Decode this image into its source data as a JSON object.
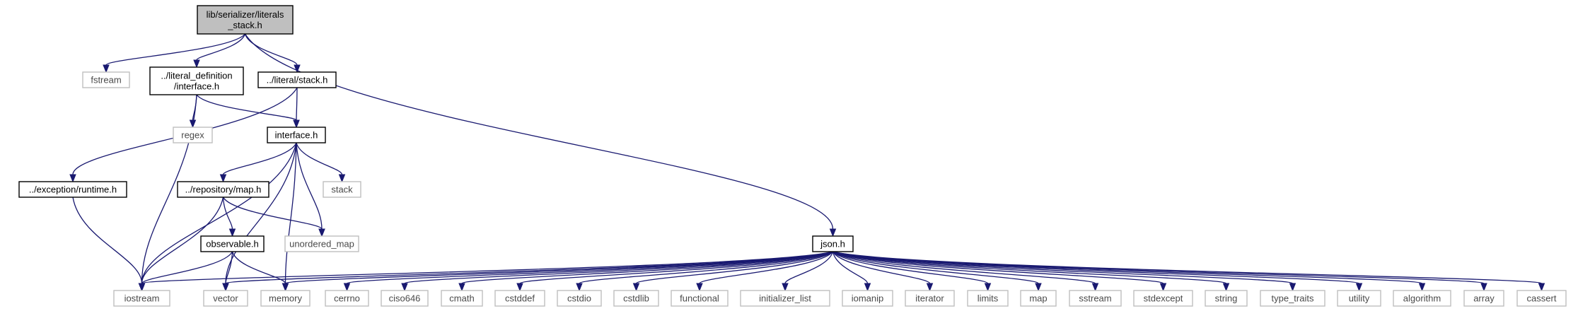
{
  "colors": {
    "edge": "#191970",
    "root_fill": "#bfbfbf",
    "root_stroke": "#000000",
    "local_fill": "#ffffff",
    "local_stroke": "#000000",
    "external_fill": "#ffffff",
    "external_stroke": "#bfbfbf"
  },
  "nodes": [
    {
      "id": "root",
      "kind": "root",
      "lines": [
        "lib/serializer/literals",
        "_stack.h"
      ]
    },
    {
      "id": "fstream",
      "kind": "external",
      "lines": [
        "fstream"
      ]
    },
    {
      "id": "litdef",
      "kind": "local",
      "lines": [
        "../literal_definition",
        "/interface.h"
      ]
    },
    {
      "id": "litstack",
      "kind": "local",
      "lines": [
        "../literal/stack.h"
      ]
    },
    {
      "id": "regex",
      "kind": "external",
      "lines": [
        "regex"
      ]
    },
    {
      "id": "interface",
      "kind": "local",
      "lines": [
        "interface.h"
      ]
    },
    {
      "id": "runtime",
      "kind": "local",
      "lines": [
        "../exception/runtime.h"
      ]
    },
    {
      "id": "stack",
      "kind": "external",
      "lines": [
        "stack"
      ]
    },
    {
      "id": "repomap",
      "kind": "local",
      "lines": [
        "../repository/map.h"
      ]
    },
    {
      "id": "unordered_map",
      "kind": "external",
      "lines": [
        "unordered_map"
      ]
    },
    {
      "id": "observable",
      "kind": "local",
      "lines": [
        "observable.h"
      ]
    },
    {
      "id": "json",
      "kind": "local",
      "lines": [
        "json.h"
      ]
    },
    {
      "id": "iostream",
      "kind": "external",
      "lines": [
        "iostream"
      ]
    },
    {
      "id": "vector",
      "kind": "external",
      "lines": [
        "vector"
      ]
    },
    {
      "id": "memory",
      "kind": "external",
      "lines": [
        "memory"
      ]
    },
    {
      "id": "cerrno",
      "kind": "external",
      "lines": [
        "cerrno"
      ]
    },
    {
      "id": "ciso646",
      "kind": "external",
      "lines": [
        "ciso646"
      ]
    },
    {
      "id": "cmath",
      "kind": "external",
      "lines": [
        "cmath"
      ]
    },
    {
      "id": "cstddef",
      "kind": "external",
      "lines": [
        "cstddef"
      ]
    },
    {
      "id": "cstdio",
      "kind": "external",
      "lines": [
        "cstdio"
      ]
    },
    {
      "id": "cstdlib",
      "kind": "external",
      "lines": [
        "cstdlib"
      ]
    },
    {
      "id": "functional",
      "kind": "external",
      "lines": [
        "functional"
      ]
    },
    {
      "id": "initializer_list",
      "kind": "external",
      "lines": [
        "initializer_list"
      ]
    },
    {
      "id": "iomanip",
      "kind": "external",
      "lines": [
        "iomanip"
      ]
    },
    {
      "id": "iterator",
      "kind": "external",
      "lines": [
        "iterator"
      ]
    },
    {
      "id": "limits",
      "kind": "external",
      "lines": [
        "limits"
      ]
    },
    {
      "id": "map",
      "kind": "external",
      "lines": [
        "map"
      ]
    },
    {
      "id": "sstream",
      "kind": "external",
      "lines": [
        "sstream"
      ]
    },
    {
      "id": "stdexcept",
      "kind": "external",
      "lines": [
        "stdexcept"
      ]
    },
    {
      "id": "string",
      "kind": "external",
      "lines": [
        "string"
      ]
    },
    {
      "id": "type_traits",
      "kind": "external",
      "lines": [
        "type_traits"
      ]
    },
    {
      "id": "utility",
      "kind": "external",
      "lines": [
        "utility"
      ]
    },
    {
      "id": "algorithm",
      "kind": "external",
      "lines": [
        "algorithm"
      ]
    },
    {
      "id": "array",
      "kind": "external",
      "lines": [
        "array"
      ]
    },
    {
      "id": "cassert",
      "kind": "external",
      "lines": [
        "cassert"
      ]
    }
  ],
  "edges": [
    [
      "root",
      "fstream"
    ],
    [
      "root",
      "litdef"
    ],
    [
      "root",
      "litstack"
    ],
    [
      "root",
      "json"
    ],
    [
      "litdef",
      "regex"
    ],
    [
      "litdef",
      "interface"
    ],
    [
      "litdef",
      "iostream"
    ],
    [
      "litstack",
      "interface"
    ],
    [
      "litstack",
      "runtime"
    ],
    [
      "interface",
      "repomap"
    ],
    [
      "interface",
      "stack"
    ],
    [
      "interface",
      "unordered_map"
    ],
    [
      "interface",
      "iostream"
    ],
    [
      "interface",
      "vector"
    ],
    [
      "interface",
      "memory"
    ],
    [
      "runtime",
      "iostream"
    ],
    [
      "repomap",
      "unordered_map"
    ],
    [
      "repomap",
      "observable"
    ],
    [
      "repomap",
      "iostream"
    ],
    [
      "observable",
      "iostream"
    ],
    [
      "observable",
      "vector"
    ],
    [
      "observable",
      "memory"
    ],
    [
      "json",
      "iostream"
    ],
    [
      "json",
      "vector"
    ],
    [
      "json",
      "memory"
    ],
    [
      "json",
      "cerrno"
    ],
    [
      "json",
      "ciso646"
    ],
    [
      "json",
      "cmath"
    ],
    [
      "json",
      "cstddef"
    ],
    [
      "json",
      "cstdio"
    ],
    [
      "json",
      "cstdlib"
    ],
    [
      "json",
      "functional"
    ],
    [
      "json",
      "initializer_list"
    ],
    [
      "json",
      "iomanip"
    ],
    [
      "json",
      "iterator"
    ],
    [
      "json",
      "limits"
    ],
    [
      "json",
      "map"
    ],
    [
      "json",
      "sstream"
    ],
    [
      "json",
      "stdexcept"
    ],
    [
      "json",
      "string"
    ],
    [
      "json",
      "type_traits"
    ],
    [
      "json",
      "utility"
    ],
    [
      "json",
      "algorithm"
    ],
    [
      "json",
      "array"
    ],
    [
      "json",
      "cassert"
    ]
  ]
}
